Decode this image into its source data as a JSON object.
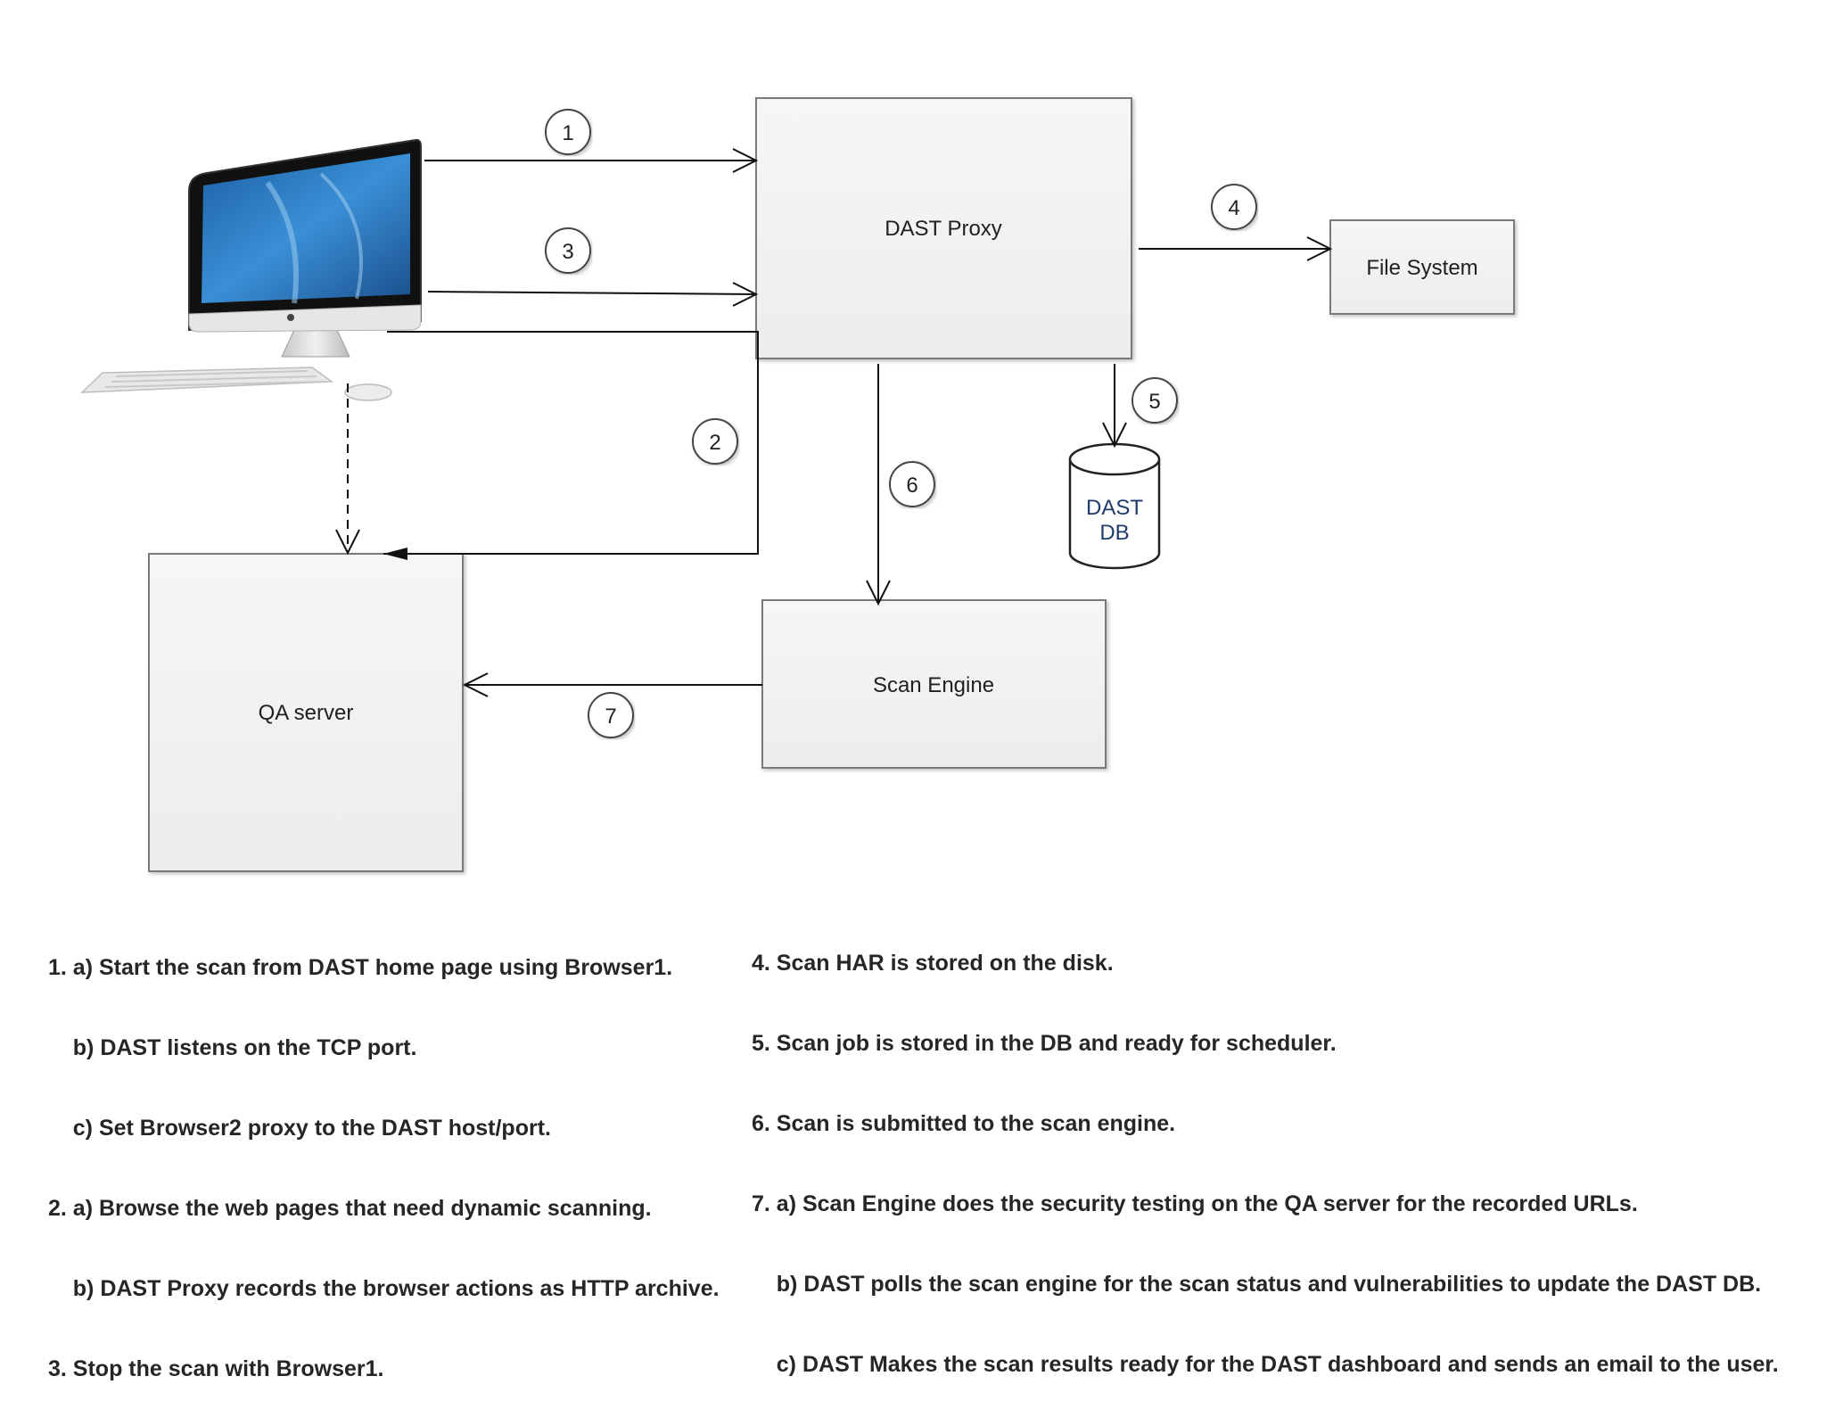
{
  "boxes": {
    "dast_proxy": "DAST Proxy",
    "file_system": "File System",
    "qa_server": "QA server",
    "scan_engine": "Scan Engine",
    "dast_db_line1": "DAST",
    "dast_db_line2": "DB"
  },
  "steps": [
    "1",
    "2",
    "3",
    "4",
    "5",
    "6",
    "7"
  ],
  "notes_left": [
    "1. a) Start the scan from DAST home page using Browser1.",
    "    b) DAST listens on the TCP port.",
    "    c) Set Browser2 proxy to the DAST host/port.",
    "2. a) Browse the web pages that need dynamic scanning.",
    "    b) DAST Proxy records the browser actions as HTTP archive.",
    "3. Stop the scan with Browser1."
  ],
  "notes_right": [
    "4. Scan HAR is stored on the disk.",
    "5. Scan job is stored in the DB and ready for scheduler.",
    "6. Scan is submitted to the scan engine.",
    "7. a) Scan Engine does the security testing on the QA server for the recorded URLs.",
    "    b) DAST polls the scan engine for the scan status and vulnerabilities to update the DAST DB.",
    "    c) DAST Makes the scan results ready for the DAST dashboard and sends an email to the user."
  ],
  "colors": {
    "box_fill": "#f2f2f2",
    "box_stroke": "#7a7a7a",
    "line": "#111111",
    "screen": "#2f7fc4"
  },
  "icons": {
    "computer": "desktop-computer-icon",
    "database": "database-cylinder-icon"
  }
}
